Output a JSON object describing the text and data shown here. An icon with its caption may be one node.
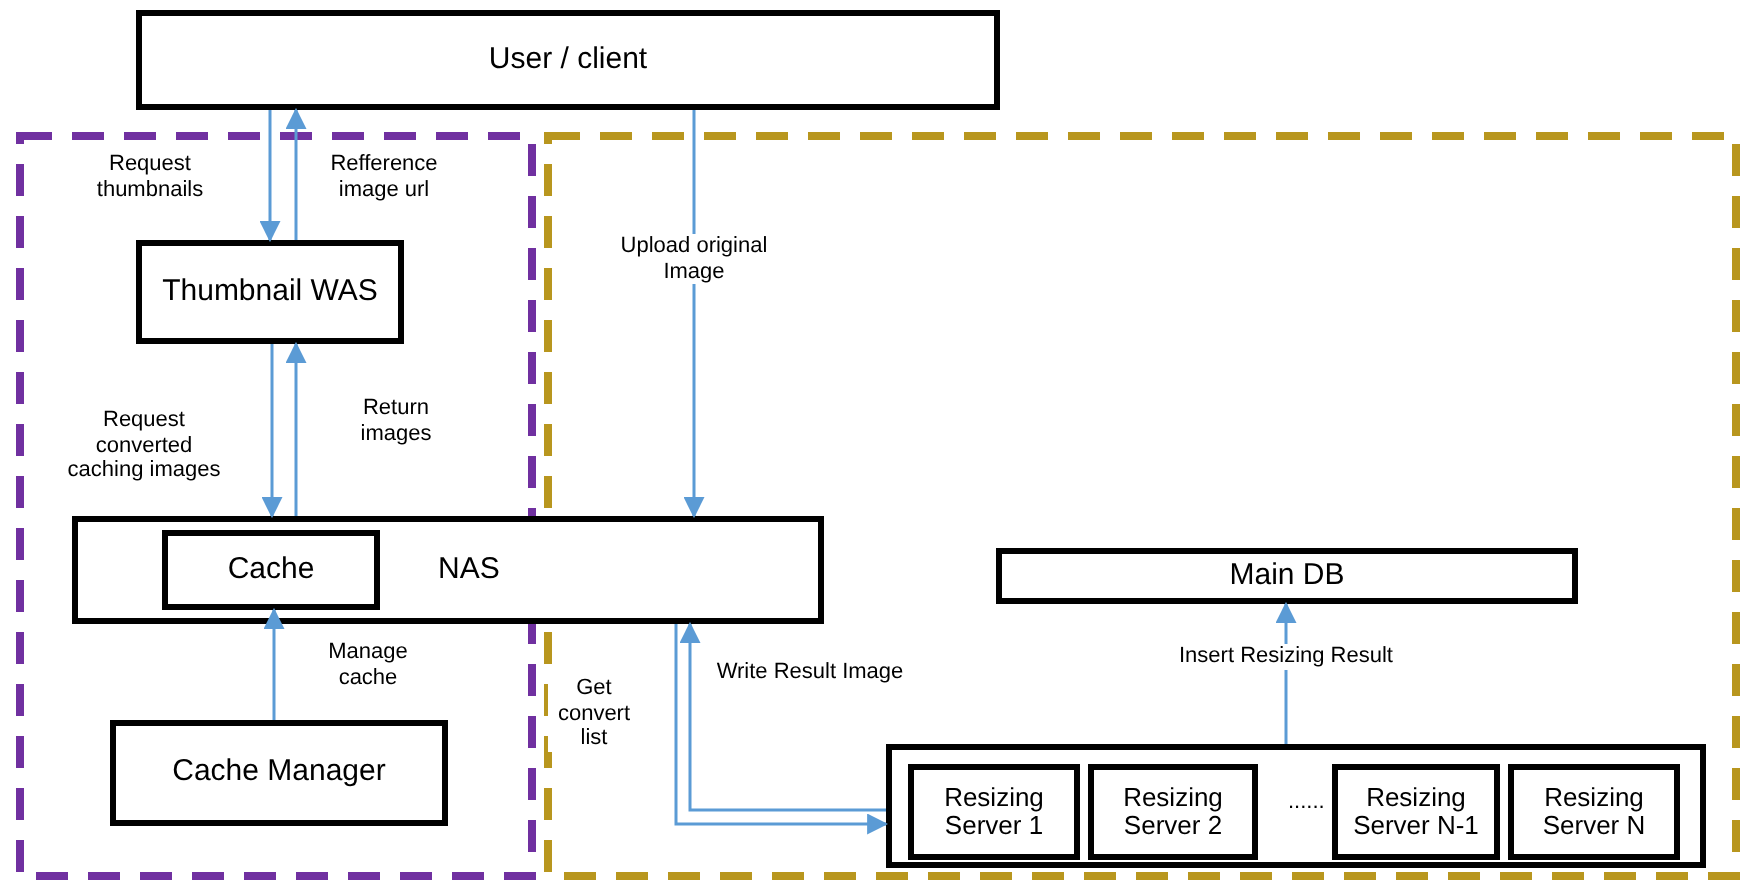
{
  "diagram": {
    "nodes": [
      {
        "text": [
          "User / client"
        ]
      },
      {
        "text": [],
        "shape": "box"
      },
      {
        "text": [
          "Thumbnail WAS"
        ],
        "in": 1
      },
      {
        "text": [],
        "shape": "box"
      },
      {
        "text": [
          "NAS"
        ]
      },
      {
        "text": [
          "Cache"
        ]
      },
      {
        "text": [
          "Cache Manager"
        ],
        "in": 1
      },
      {
        "text": [
          "Main DB"
        ],
        "in": 3
      },
      {
        "text": [],
        "shape": "box",
        "in": 3
      },
      {
        "text": [
          "Resizing Server 1"
        ],
        "in": 8
      },
      {
        "text": [
          "Resizing Server 2"
        ],
        "in": 8
      },
      {
        "text": [
          "Resizing Server N-1"
        ],
        "in": 8
      },
      {
        "text": [
          "Resizing Server N"
        ],
        "in": 8
      }
    ],
    "edges": [
      {
        "from": 0,
        "to": 2,
        "arrow": "to",
        "label": "Request thumbnails"
      },
      {
        "from": 2,
        "to": 0,
        "arrow": "to",
        "label": "Refference image url"
      },
      {
        "from": 2,
        "to": 4,
        "arrow": "to",
        "label": "Request converted caching images"
      },
      {
        "from": 4,
        "to": 2,
        "arrow": "to",
        "label": "Return images"
      },
      {
        "from": 0,
        "to": 4,
        "arrow": "to",
        "label": "Upload original Image"
      },
      {
        "from": 6,
        "to": 5,
        "arrow": "to",
        "label": "Manage cache"
      },
      {
        "from": 4,
        "to": 8,
        "arrow": "to",
        "label": "Get convert list"
      },
      {
        "from": 8,
        "to": 4,
        "arrow": "to",
        "label": "Write Result Image"
      },
      {
        "from": 8,
        "to": 7,
        "arrow": "to",
        "label": "Insert Resizing Result"
      }
    ],
    "labels": [
      "......"
    ]
  }
}
